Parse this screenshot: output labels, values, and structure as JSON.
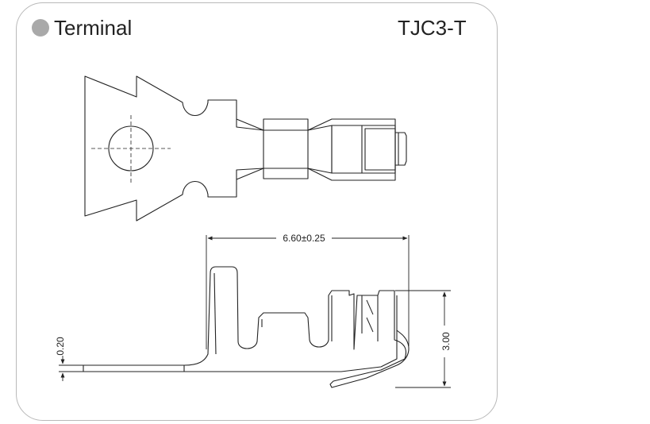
{
  "title": "Terminal",
  "part_number": "TJC3-T",
  "dimensions": {
    "length": "6.60±0.25",
    "height": "3.00",
    "thickness": "0.20"
  },
  "colors": {
    "bullet": "#a9a9a9",
    "frame_border": "#b9b9b9",
    "line": "#222222"
  }
}
